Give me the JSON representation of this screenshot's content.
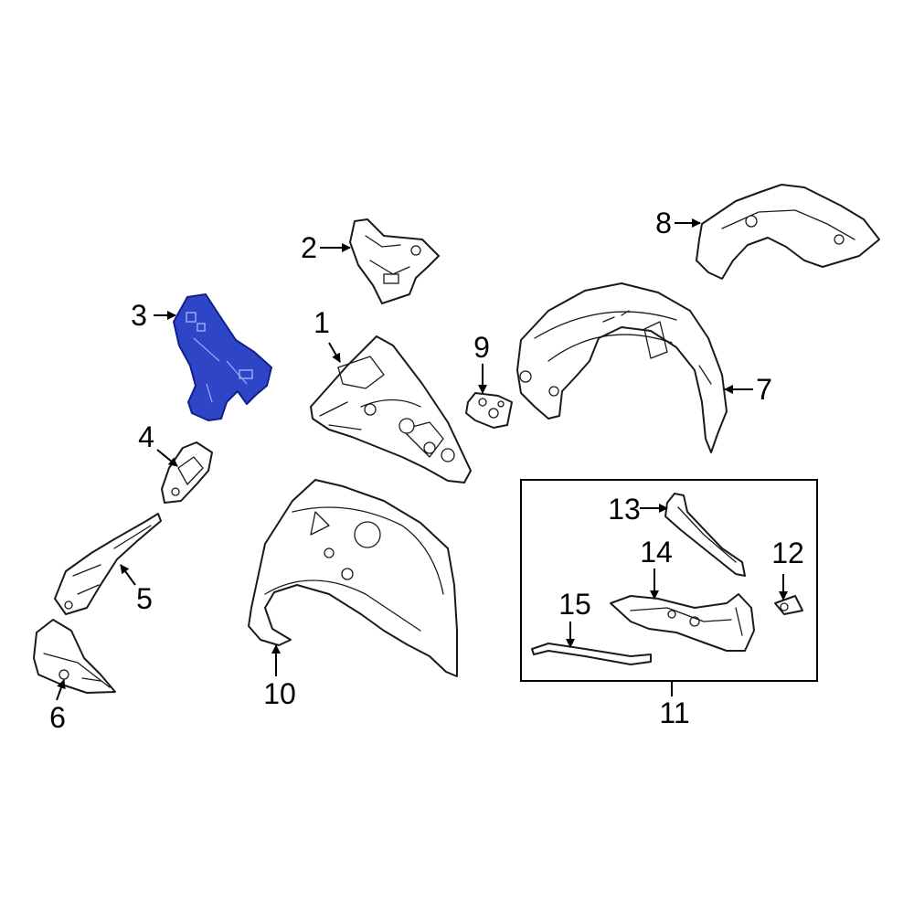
{
  "colors": {
    "highlight": "#2f45c8",
    "highlight_stroke": "#10208a",
    "line": "#1a1a1a",
    "background": "#ffffff"
  },
  "callouts": {
    "c1": "1",
    "c2": "2",
    "c3": "3",
    "c4": "4",
    "c5": "5",
    "c6": "6",
    "c7": "7",
    "c8": "8",
    "c9": "9",
    "c10": "10",
    "c11": "11",
    "c12": "12",
    "c13": "13",
    "c14": "14",
    "c15": "15"
  },
  "highlighted_callout": "3"
}
